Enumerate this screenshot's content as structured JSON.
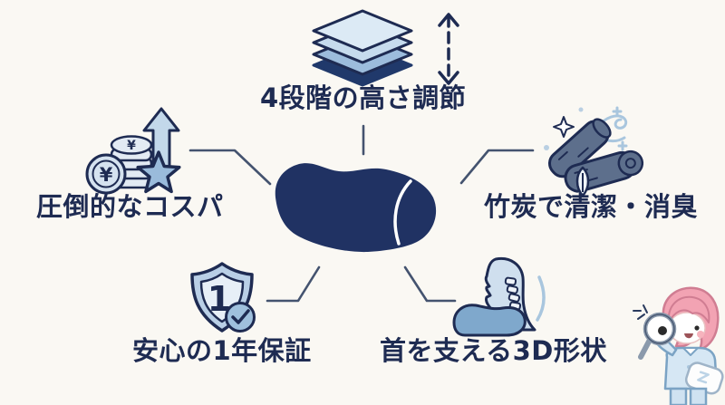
{
  "colors": {
    "background": "#faf8f3",
    "text_navy": "#1e2b52",
    "pillow_navy": "#203263",
    "connector": "#44536f",
    "layer_light": "#dceaf5",
    "layer_mid": "#c6dbed",
    "layer_blue": "#9cbcdc",
    "layer_dark": "#20396b",
    "charcoal_slate": "#5d6f8c",
    "accent_blue": "#9fc0dd",
    "star_blue": "#9abbdb",
    "neck_pillow_blue": "#7fa8cc",
    "sparkle_blue": "#a9c6de",
    "mascot_hair_pink": "#f2a3b3",
    "mascot_pajama_blue": "#d6e7f4"
  },
  "center": {
    "icon": "contour-pillow-icon"
  },
  "features": [
    {
      "id": "height-adjustment",
      "label": "4段階の高さ調節",
      "icon": "stacked-layers-height-icon",
      "position": "top"
    },
    {
      "id": "cost-performance",
      "label": "圧倒的なコスパ",
      "icon": "coins-arrow-star-icon",
      "coin_symbol": "¥",
      "position": "left"
    },
    {
      "id": "charcoal-deodorize",
      "label": "竹炭で清潔・消臭",
      "icon": "bamboo-charcoal-icon",
      "position": "right"
    },
    {
      "id": "warranty",
      "label": "安心の1年保証",
      "icon": "shield-check-icon",
      "shield_number": "1",
      "position": "bottom-left"
    },
    {
      "id": "neck-support",
      "label": "首を支える3D形状",
      "icon": "neck-profile-pillow-icon",
      "position": "bottom-right"
    }
  ],
  "mascot": {
    "icon": "girl-magnifier-pillow-mascot"
  }
}
